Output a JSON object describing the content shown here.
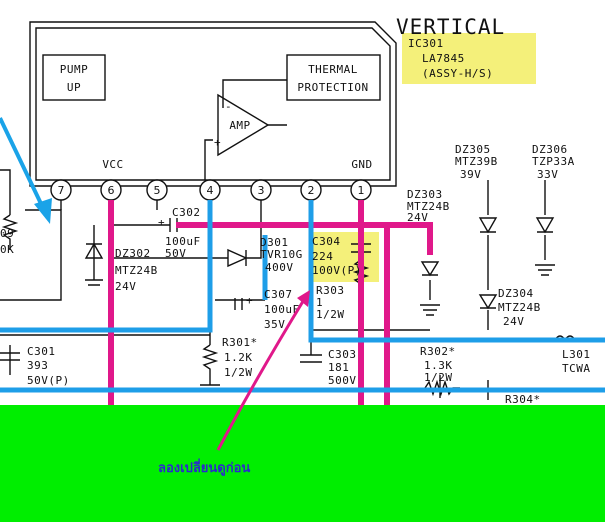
{
  "title": "VERTICAL",
  "ic": {
    "ref": "IC301",
    "part": "LA7845",
    "assy": "(ASSY-H/S)",
    "blocks": {
      "pump_up_line1": "PUMP",
      "pump_up_line2": "UP",
      "thermal_line1": "THERMAL",
      "thermal_line2": "PROTECTION",
      "amp": "AMP",
      "minus": "-",
      "plus": "+"
    },
    "vcc": "VCC",
    "gnd": "GND",
    "pins": [
      "7",
      "6",
      "5",
      "4",
      "3",
      "2",
      "1"
    ]
  },
  "components": {
    "c302": {
      "ref": "C302",
      "plus": "+",
      "value": "100uF",
      "rating": "50V"
    },
    "d301": {
      "ref": "D301",
      "part": "TVR10G",
      "rating": "400V"
    },
    "c304": {
      "ref": "C304",
      "value": "224",
      "rating": "100V(P)"
    },
    "r303": {
      "ref": "R303",
      "value": "1",
      "rating": "1/2W"
    },
    "c307": {
      "ref": "C307",
      "value": "100uF",
      "rating": "35V"
    },
    "dz302": {
      "ref": "DZ302",
      "part": "MTZ24B",
      "rating": "24V"
    },
    "dz303": {
      "ref": "DZ303",
      "part": "MTZ24B",
      "rating": "24V"
    },
    "dz305": {
      "ref": "DZ305",
      "part": "MTZ39B",
      "rating": "39V"
    },
    "dz306": {
      "ref": "DZ306",
      "part": "TZP33A",
      "rating": "33V"
    },
    "dz304": {
      "ref": "DZ304",
      "part": "MTZ24B",
      "rating": "24V"
    },
    "r301": {
      "ref": "R301*",
      "value": "1.2K",
      "rating": "1/2W"
    },
    "c303": {
      "ref": "C303",
      "value": "181",
      "rating": "500V"
    },
    "r302": {
      "ref": "R302*",
      "value": "1.3K",
      "rating": "1/2W"
    },
    "c301": {
      "ref": "C301",
      "value": "393",
      "rating": "50V(P)"
    },
    "l301": {
      "ref": "L301",
      "part": "TCWA"
    },
    "r304": {
      "ref": "R304*"
    },
    "r309": {
      "ref": "09",
      "value": "0K"
    },
    "plus_mark": "+"
  },
  "annotation": "ลองเปลี่ยนดูก่อน",
  "colors": {
    "trace_magenta": "#e0188a",
    "trace_cyan": "#1e9ee8",
    "highlight_yellow": "#f4f07a",
    "cover_green": "#00ee00",
    "arrow_blue": "#1aa3e8",
    "ink": "#111111",
    "note_text": "#2a2acc"
  }
}
